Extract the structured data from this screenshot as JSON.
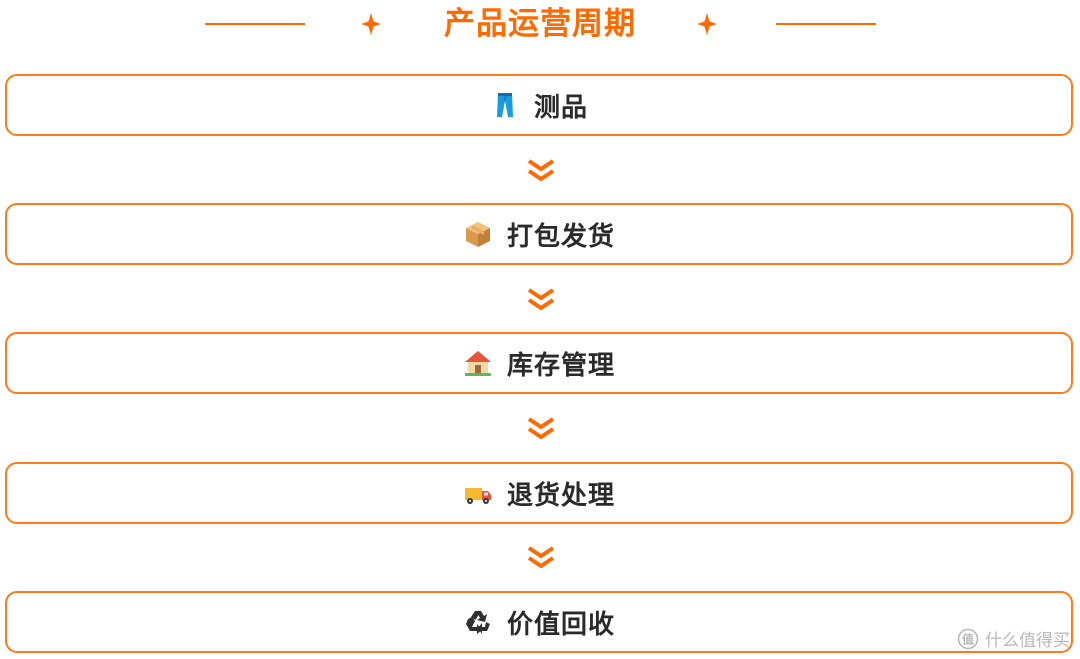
{
  "header": {
    "title": "产品运营周期"
  },
  "colors": {
    "accent": "#ff6a00",
    "border": "#ff7a1a",
    "text": "#2a2a2a"
  },
  "steps": [
    {
      "label": "测品",
      "icon": "jeans-icon"
    },
    {
      "label": "打包发货",
      "icon": "package-icon"
    },
    {
      "label": "库存管理",
      "icon": "house-icon"
    },
    {
      "label": "退货处理",
      "icon": "delivery-truck-icon"
    },
    {
      "label": "价值回收",
      "icon": "recycle-icon"
    }
  ],
  "watermark": {
    "text": "什么值得买"
  }
}
